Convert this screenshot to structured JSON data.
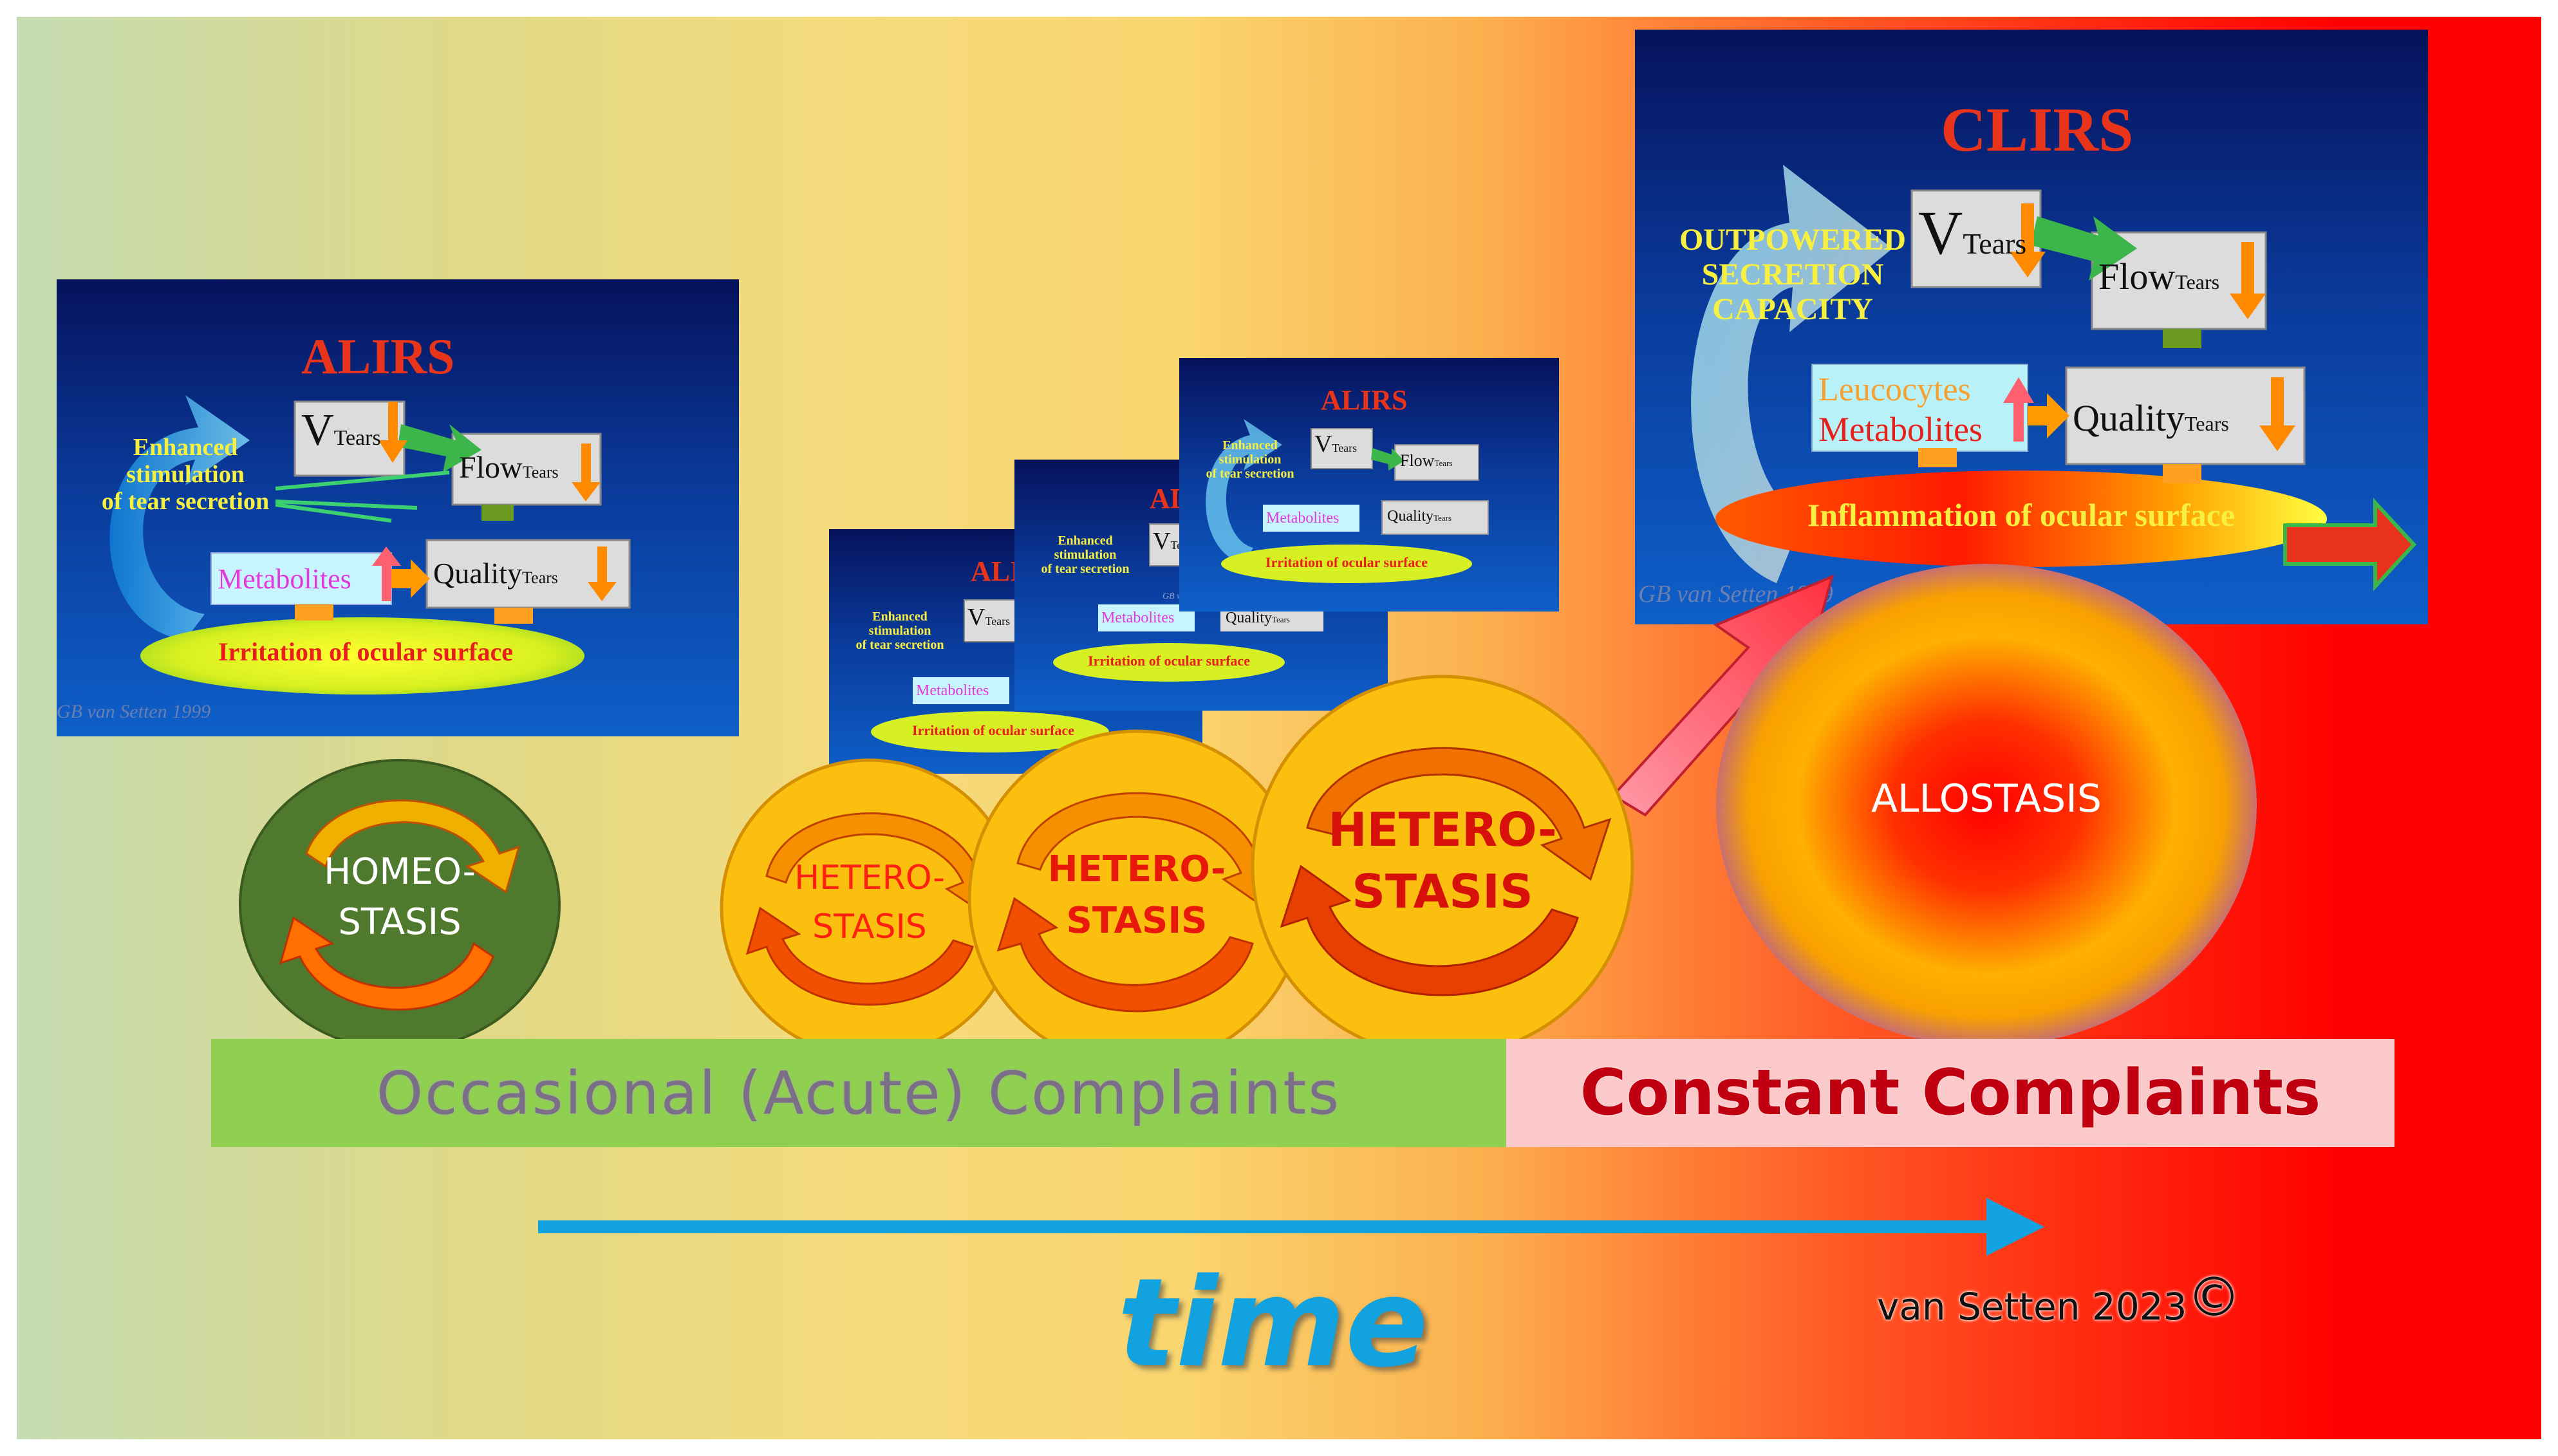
{
  "colors": {
    "homeostasis_fill": "#4f7a2e",
    "heterostasis_fill": "#fbbf10",
    "allostasis_core": "#ff1a00",
    "time_arrow": "#12a2e0",
    "occasional_bar": "#90d050",
    "constant_bar": "#fbc9c9",
    "constant_text": "#c00010"
  },
  "alirs_slide": {
    "title": "ALIRS",
    "stimulation": "Enhanced\nstimulation\nof tear secretion",
    "v": "V",
    "tears_sub": "Tears",
    "flow": "Flow",
    "quality": "Quality",
    "metabolites": "Metabolites",
    "irritation": "Irritation of ocular surface",
    "credit": "GB van Setten 1999"
  },
  "clirs_slide": {
    "title": "CLIRS",
    "outpowered": "OUTPOWERED\nSECRETION\nCAPACITY",
    "v": "V",
    "tears_sub": "Tears",
    "flow": "Flow",
    "quality": "Quality",
    "leucocytes": "Leucocytes",
    "metabolites": "Metabolites",
    "inflammation": "Inflammation  of ocular surface",
    "credit": "GB van Setten 1999"
  },
  "homeostasis": {
    "label": "HOMEO-\nSTASIS"
  },
  "heterostasis": [
    {
      "label": "HETERO-\nSTASIS"
    },
    {
      "label": "HETERO-\nSTASIS"
    },
    {
      "label": "HETERO-\nSTASIS"
    }
  ],
  "allostasis": {
    "label": "ALLOSTASIS"
  },
  "bars": {
    "occasional": "Occasional  (Acute) Complaints",
    "constant": "Constant Complaints"
  },
  "time_label": "time",
  "footer_credit": "van Setten 2023",
  "copyright_symbol": "©"
}
